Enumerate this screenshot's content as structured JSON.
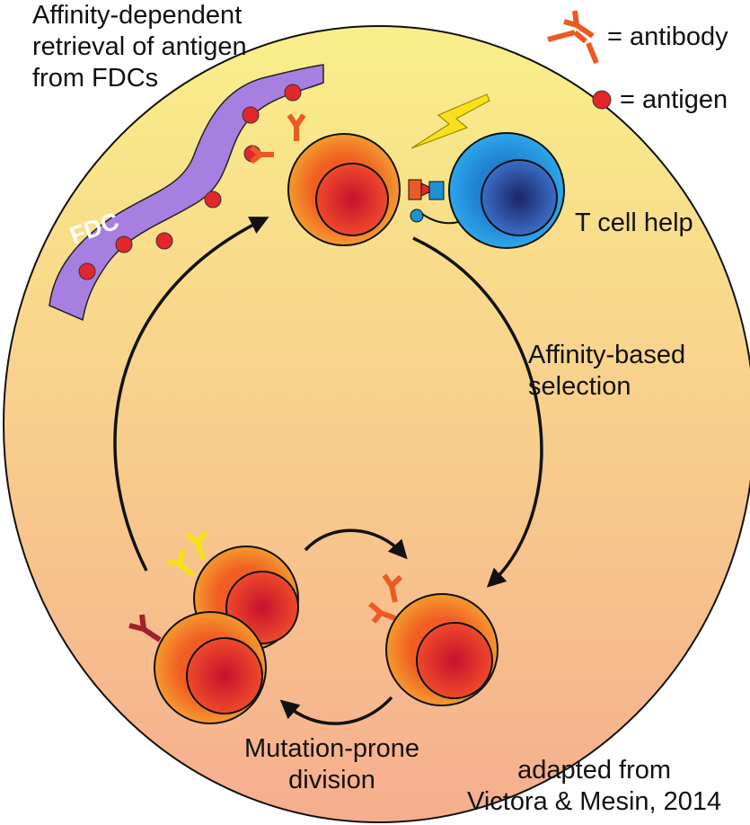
{
  "labels": {
    "retrieval": "Affinity-dependent\nretrieval of antigen\nfrom FDCs",
    "fdc": "FDC",
    "legend_antibody": "= antibody",
    "legend_antigen": "= antigen",
    "t_cell_help": "T cell help",
    "selection": "Affinity-based\nselection",
    "mutation": "Mutation-prone\ndivision",
    "credit": "adapted from\nVictora & Mesin, 2014"
  },
  "colors": {
    "gc_top": "#f9ef8a",
    "gc_bottom": "#f6ae8e",
    "fdc": "#a77fe0",
    "antigen": "#e3262c",
    "cell_outer": "#f25d22",
    "cell_inner": "#c8102e",
    "antibody_orange": "#ea5b24",
    "antibody_yellow": "#f7e11b",
    "antibody_darkred": "#a3202a",
    "t_cell": "#1f8fd6",
    "t_cell_nucleus": "#1c2a6e",
    "lightning": "#f7e11b"
  }
}
